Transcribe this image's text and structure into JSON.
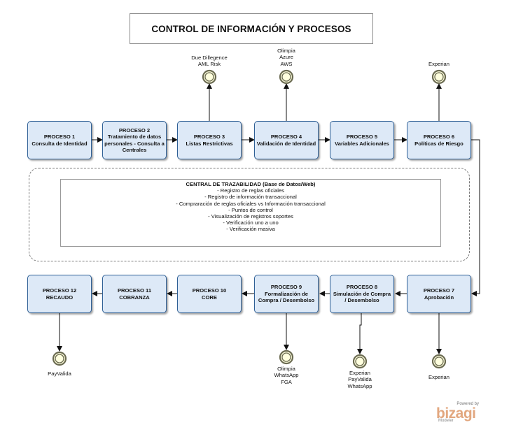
{
  "title": "CONTROL DE INFORMACIÓN Y PROCESOS",
  "colors": {
    "process_fill": "#dde9f7",
    "process_border": "#2e5f95",
    "event_fill": "#ffffde",
    "event_border": "#6b6b52",
    "arrow": "#111111"
  },
  "processes": [
    {
      "id": "p1",
      "label": "PROCESO 1\nConsulta de Identidad"
    },
    {
      "id": "p2",
      "label": "PROCESO 2\nTratamiento de  datos personales - Consulta a Centrales"
    },
    {
      "id": "p3",
      "label": "PROCESO 3\nListas Restrictivas"
    },
    {
      "id": "p4",
      "label": "PROCESO 4\nValidación de Identidad"
    },
    {
      "id": "p5",
      "label": "PROCESO 5\nVariables Adicionales"
    },
    {
      "id": "p6",
      "label": "PROCESO 6\nPolíticas de Riesgo"
    },
    {
      "id": "p7",
      "label": "PROCESO 7\nAprobación"
    },
    {
      "id": "p8",
      "label": "PROCESO 8\nSimulación de Compra / Desembolso"
    },
    {
      "id": "p9",
      "label": "PROCESO 9\nFormalización  de Compra / Desembolso"
    },
    {
      "id": "p10",
      "label": "PROCESO 10\nCORE"
    },
    {
      "id": "p11",
      "label": "PROCESO 11\nCOBRANZA"
    },
    {
      "id": "p12",
      "label": "PROCESO 12\nRECAUDO"
    }
  ],
  "external_events": [
    {
      "id": "e3",
      "label": "Due Dillegence\nAML Risk"
    },
    {
      "id": "e4",
      "label": "Olimpia\nAzure\nAWS"
    },
    {
      "id": "e6",
      "label": "Experian"
    },
    {
      "id": "e7",
      "label": "Experian"
    },
    {
      "id": "e8",
      "label": "Experian\nPayValida\nWhatsApp"
    },
    {
      "id": "e9",
      "label": "Olimpia\nWhatsApp\nFGA"
    },
    {
      "id": "e12",
      "label": "PayValida"
    }
  ],
  "traceability": {
    "title": "CENTRAL DE TRAZABILIDAD (Base de Datos/Web)",
    "items": [
      "- Registro de reglas oficiales",
      "- Registro de información transaccional",
      "- Compraración de reglas oficiales vs Información transaccional",
      "- Puntos de control",
      "- Visualización de registros soportes",
      "- Verificación uno a uno",
      "- Verificación masiva"
    ]
  },
  "branding": {
    "powered_by": "Powered by",
    "logo": "bizagi",
    "product": "Modeler"
  }
}
